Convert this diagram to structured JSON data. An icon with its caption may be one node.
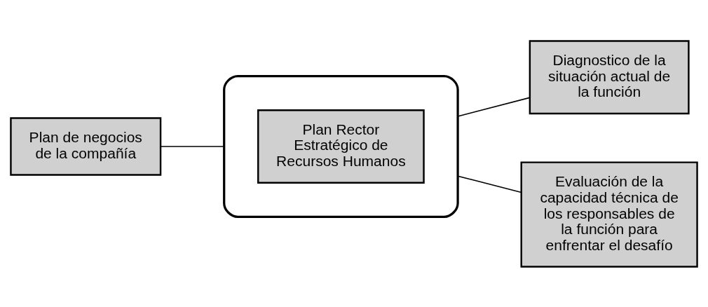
{
  "diagram": {
    "nodes": [
      {
        "text": [
          "Plan de negocios de la compañía"
        ]
      },
      {
        "text": [],
        "shape": "ellipse"
      },
      {
        "text": [
          "Plan Rector Estratégico de Recursos Humanos"
        ],
        "in": 1
      },
      {
        "text": [
          "Diagnostico de la situación actual de la función"
        ]
      },
      {
        "text": [
          "Evaluación de la capacidad técnica de los responsables de la función para enfrentar el desafío"
        ]
      }
    ],
    "edges": [
      {
        "from": 0,
        "to": 1,
        "arrow": "none"
      },
      {
        "from": 1,
        "to": 3,
        "arrow": "none"
      },
      {
        "from": 1,
        "to": 4,
        "arrow": "none"
      }
    ]
  }
}
